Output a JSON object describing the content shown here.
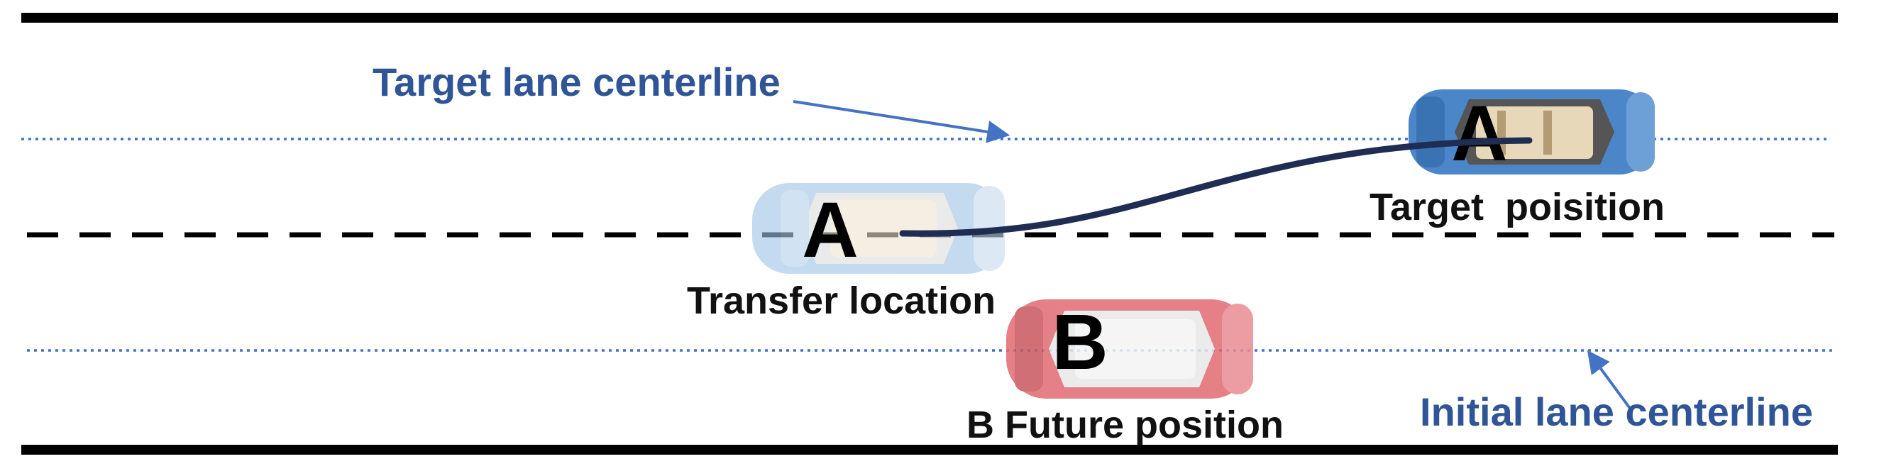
{
  "labels": {
    "target_lane": "Target lane centerline",
    "initial_lane": "Initial lane centerline",
    "transfer": "Transfer location",
    "target_position": "Target  poisition",
    "future_position": "B Future position"
  },
  "cars": {
    "a_transfer": {
      "letter": "A",
      "color": "#9dc3e6"
    },
    "a_target": {
      "letter": "A",
      "color": "#4a86c8"
    },
    "b_future": {
      "letter": "B",
      "color": "#e06a72"
    }
  },
  "colors": {
    "road_edge": "#000000",
    "centerline": "#4472c4",
    "trajectory": "#1f2d52",
    "label_blue": "#2f5597"
  }
}
